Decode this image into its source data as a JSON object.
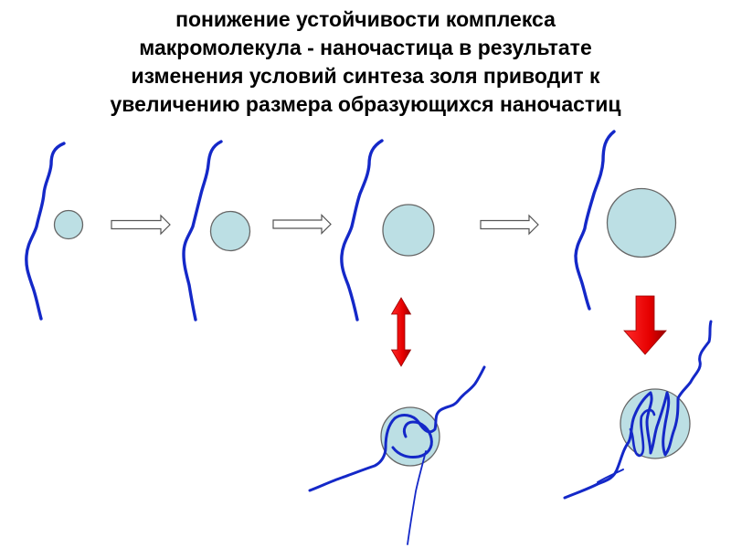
{
  "title": {
    "lines": [
      "понижение устойчивости комплекса",
      "макромолекула - наночастица в результате",
      "изменения условий синтеза золя приводит к",
      "увеличению размера образующихся наночастиц"
    ]
  },
  "colors": {
    "polymer": "#1428c8",
    "particle_fill": "#bcdfe4",
    "particle_stroke": "#666666",
    "arrow_outline": "#555555",
    "red_arrow": "#ee0000",
    "red_arrow_dark": "#990000"
  },
  "stages": [
    {
      "step": 1,
      "particle_size": "small"
    },
    {
      "step": 2,
      "particle_size": "medium"
    },
    {
      "step": 3,
      "particle_size": "larger"
    },
    {
      "step": 4,
      "particle_size": "largest"
    }
  ],
  "icons": {
    "process_arrow": "white-right-arrow",
    "equilibrium": "red-double-vertical-arrow",
    "transition": "red-down-arrow"
  }
}
